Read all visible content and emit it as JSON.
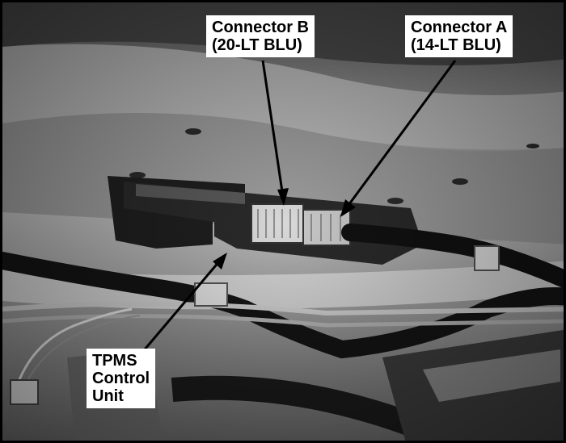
{
  "callouts": {
    "connector_b": {
      "line1": "Connector B",
      "line2": "(20-LT BLU)"
    },
    "connector_a": {
      "line1": "Connector A",
      "line2": "(14-LT BLU)"
    },
    "tpms": {
      "line1": "TPMS",
      "line2": "Control",
      "line3": "Unit"
    }
  },
  "colors": {
    "frame": "#000000",
    "label_background": "#ffffff",
    "label_text": "#000000"
  }
}
